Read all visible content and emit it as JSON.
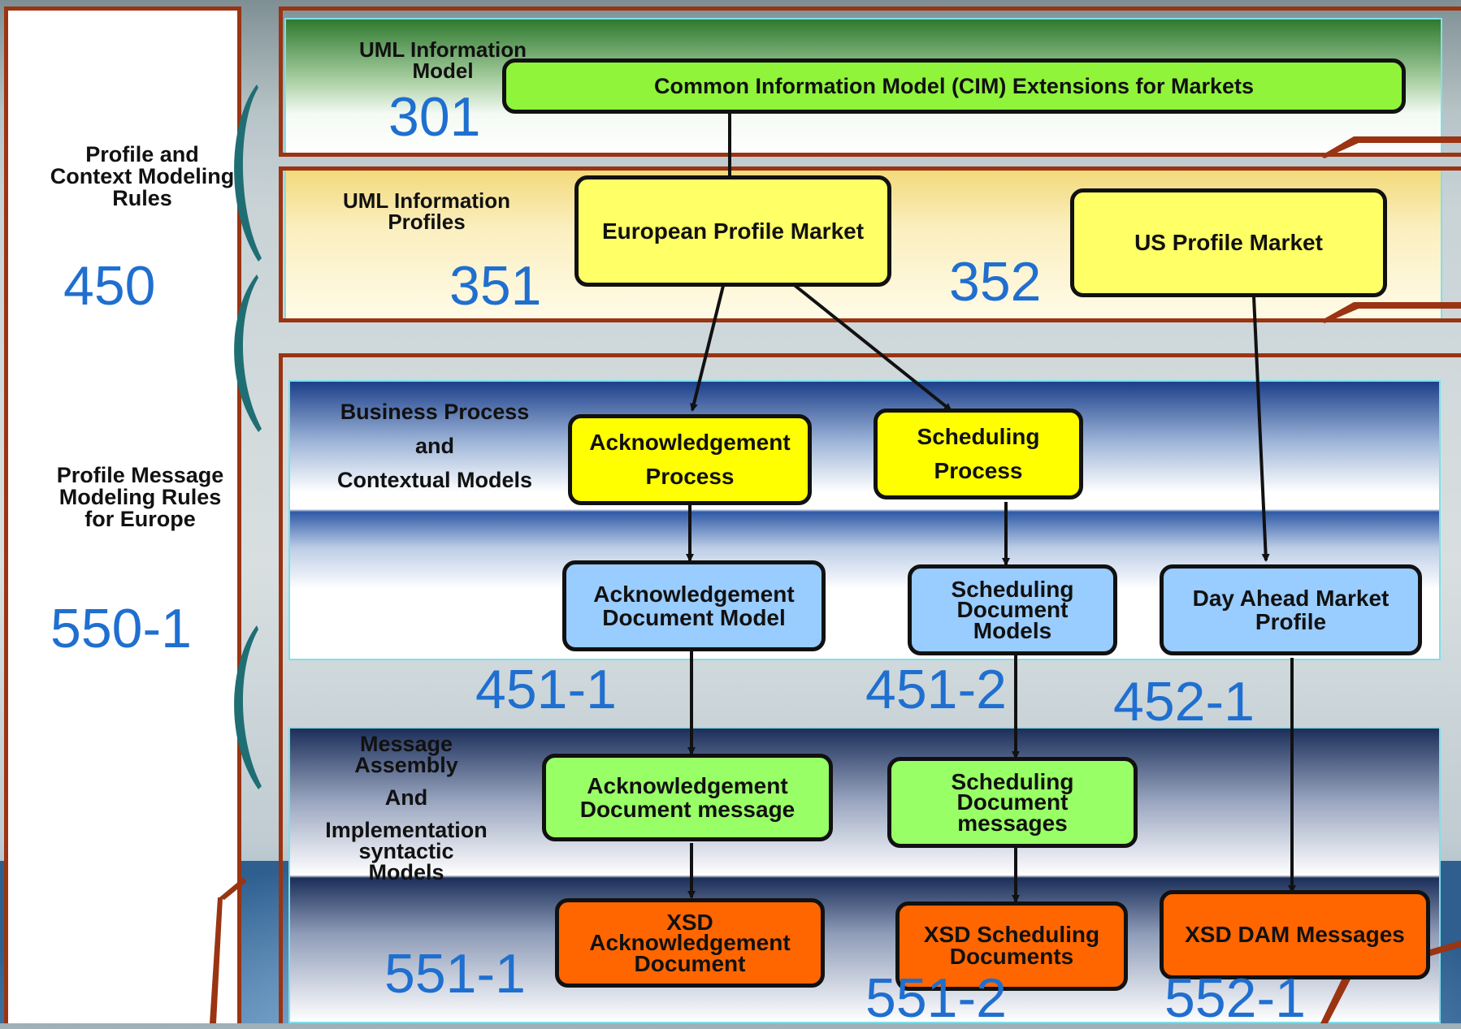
{
  "sidebar": {
    "profile_context_rules": [
      "Profile and",
      "Context Modeling",
      "Rules"
    ],
    "profile_context_number": "450",
    "message_rules": [
      "Profile Message",
      "Modeling Rules",
      "for Europe"
    ],
    "message_rules_number": "550-1"
  },
  "layers": {
    "uml_model": [
      "UML Information",
      "Model"
    ],
    "uml_model_number": "301",
    "uml_profiles": [
      "UML Information",
      "Profiles"
    ],
    "business_process": [
      "Business Process",
      "and",
      "Contextual Models"
    ],
    "message_assembly": [
      "Message",
      "Assembly",
      "And",
      "Implementation",
      "syntactic",
      "Models"
    ]
  },
  "boxes": {
    "cim": "Common Information Model (CIM) Extensions for Markets",
    "european_profile": "European Profile Market",
    "us_profile": "US Profile Market",
    "ack_process": [
      "Acknowledgement",
      "Process"
    ],
    "scheduling_process": [
      "Scheduling",
      "Process"
    ],
    "ack_doc_model": [
      "Acknowledgement",
      "Document Model"
    ],
    "sched_doc_models": [
      "Scheduling",
      "Document",
      "Models"
    ],
    "dam_profile": [
      "Day Ahead Market",
      "Profile"
    ],
    "ack_doc_message": [
      "Acknowledgement",
      "Document message"
    ],
    "sched_doc_messages": [
      "Scheduling",
      "Document",
      "messages"
    ],
    "xsd_ack": [
      "XSD",
      "Acknowledgement",
      "Document"
    ],
    "xsd_sched": [
      "XSD Scheduling",
      "Documents"
    ],
    "xsd_dam": "XSD DAM Messages"
  },
  "numbers": {
    "n351": "351",
    "n352": "352",
    "n451_1": "451-1",
    "n451_2": "451-2",
    "n452_1": "452-1",
    "n551_1": "551-1",
    "n551_2": "551-2",
    "n552_1": "552-1"
  },
  "colors": {
    "frame": "#9a3412",
    "number_blue": "#1f6fd0",
    "green_box": "#8ff43a",
    "yellow_box": "#ffff66",
    "blue_box": "#99ccff",
    "orange_box": "#ff6600"
  }
}
